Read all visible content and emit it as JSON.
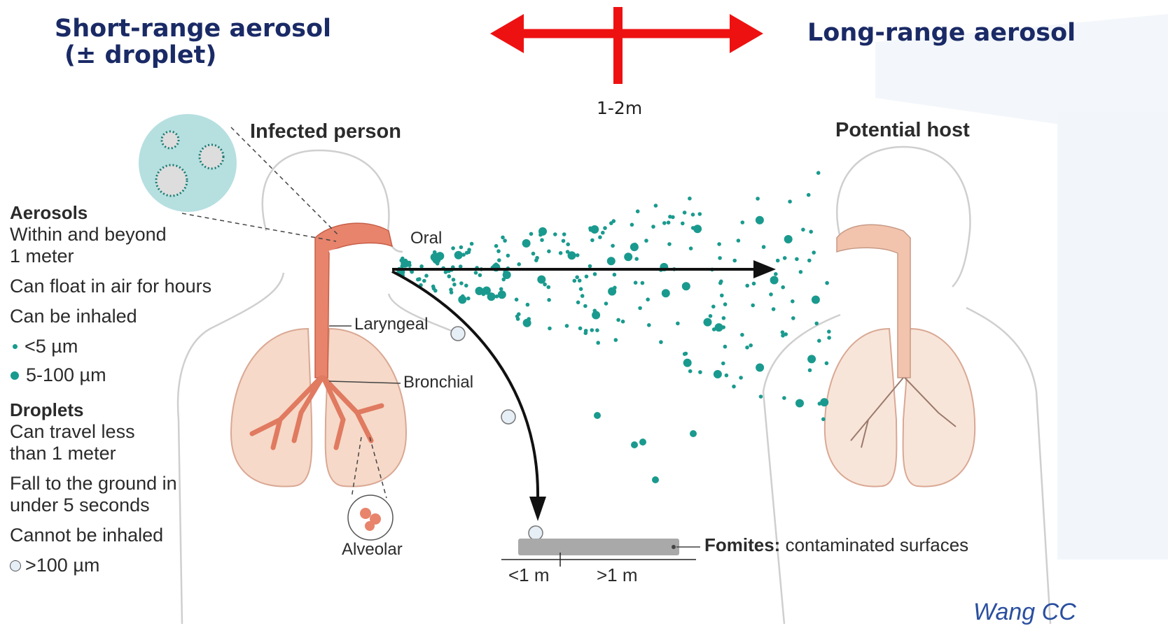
{
  "header": {
    "short_range_line1": "Short-range aerosol",
    "short_range_line2": "(± droplet)",
    "long_range": "Long-range aerosol",
    "distance": "1-2m"
  },
  "figure": {
    "infected_title": "Infected person",
    "host_title": "Potential host",
    "oral": "Oral",
    "laryngeal": "Laryngeal",
    "bronchial": "Bronchial",
    "alveolar": "Alveolar",
    "fomites_bold": "Fomites:",
    "fomites_rest": " contaminated surfaces",
    "lt1m": "<1 m",
    "gt1m": ">1 m",
    "citation": "Wang CC"
  },
  "legend": {
    "aerosols_head": "Aerosols",
    "aerosols_lines": [
      "Within and beyond 1 meter",
      "Can float in air for hours",
      "Can be inhaled"
    ],
    "small_size": "<5 µm",
    "medium_size": "5-100 µm",
    "droplets_head": "Droplets",
    "droplets_lines": [
      "Can travel less than 1 meter",
      "Fall to the ground in under 5 seconds",
      "Cannot be inhaled"
    ],
    "large_size": ">100 µm"
  },
  "colors": {
    "arrow_red": "#ee1111",
    "heading_navy": "#1a2a66",
    "aerosol_teal": "#1a9a8e",
    "airway_salmon": "#e8846c",
    "lung_pink": "#f6d9c8"
  }
}
